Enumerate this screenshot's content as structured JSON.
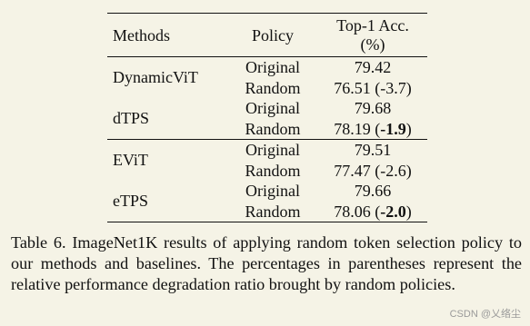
{
  "table": {
    "headers": {
      "method": "Methods",
      "policy": "Policy",
      "acc": "Top-1 Acc. (%)"
    },
    "groups": [
      {
        "method": "DynamicViT",
        "rows": [
          {
            "policy": "Original",
            "value": "79.42",
            "delta": ""
          },
          {
            "policy": "Random",
            "value": "76.51",
            "delta": "-3.7",
            "delta_bold": false
          }
        ]
      },
      {
        "method": "dTPS",
        "rows": [
          {
            "policy": "Original",
            "value": "79.68",
            "delta": ""
          },
          {
            "policy": "Random",
            "value": "78.19",
            "delta": "-1.9",
            "delta_bold": true
          }
        ]
      },
      {
        "method": "EViT",
        "rows": [
          {
            "policy": "Original",
            "value": "79.51",
            "delta": ""
          },
          {
            "policy": "Random",
            "value": "77.47",
            "delta": "-2.6",
            "delta_bold": false
          }
        ]
      },
      {
        "method": "eTPS",
        "rows": [
          {
            "policy": "Original",
            "value": "79.66",
            "delta": ""
          },
          {
            "policy": "Random",
            "value": "78.06",
            "delta": "-2.0",
            "delta_bold": true
          }
        ]
      }
    ]
  },
  "caption": "Table 6. ImageNet1K results of applying random token selection policy to our methods and baselines. The percentages in parentheses represent the relative performance degradation ratio brought by random policies.",
  "watermark": "CSDN @乂络尘"
}
